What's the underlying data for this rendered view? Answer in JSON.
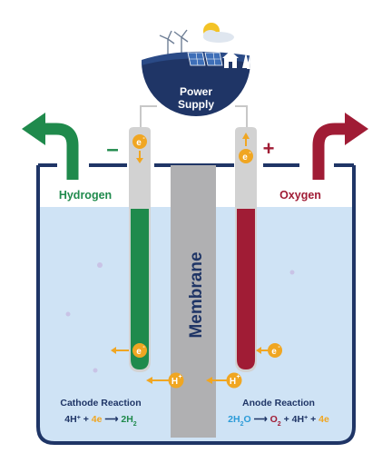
{
  "power_supply": {
    "line1": "Power",
    "line2": "Supply"
  },
  "labels": {
    "hydrogen": "Hydrogen",
    "oxygen": "Oxygen",
    "membrane": "Membrane",
    "minus": "–",
    "plus": "+"
  },
  "particles": {
    "electron": "e",
    "electron_sup": "-",
    "proton": "H",
    "proton_sup": "+"
  },
  "cathode": {
    "title": "Cathode Reaction",
    "eq": {
      "a": "4H",
      "a_sup": "+",
      "plus1": " + ",
      "b": "4e",
      "arrow": " ⟶ ",
      "c": "2H",
      "c_sub": "2"
    }
  },
  "anode": {
    "title": "Anode Reaction",
    "eq": {
      "a": "2H",
      "a_sub": "2",
      "a2": "O",
      "arrow": " ⟶ ",
      "b": "O",
      "b_sub": "2",
      "plus1": " + ",
      "c": "4H",
      "c_sup": "+",
      "plus2": " + ",
      "d": "4e"
    }
  },
  "colors": {
    "navy": "#1f3566",
    "green": "#1f8a4c",
    "red": "#a01c35",
    "electrode_grey": "#d2d2d2",
    "membrane_grey": "#b0b0b2",
    "water": "#cfe3f5",
    "gold": "#f0a622",
    "text_dark": "#1f3566"
  },
  "icons": [
    "wind-turbine-icon",
    "solar-panel-icon",
    "house-icon",
    "tree-icon",
    "sun-icon",
    "cloud-icon"
  ]
}
